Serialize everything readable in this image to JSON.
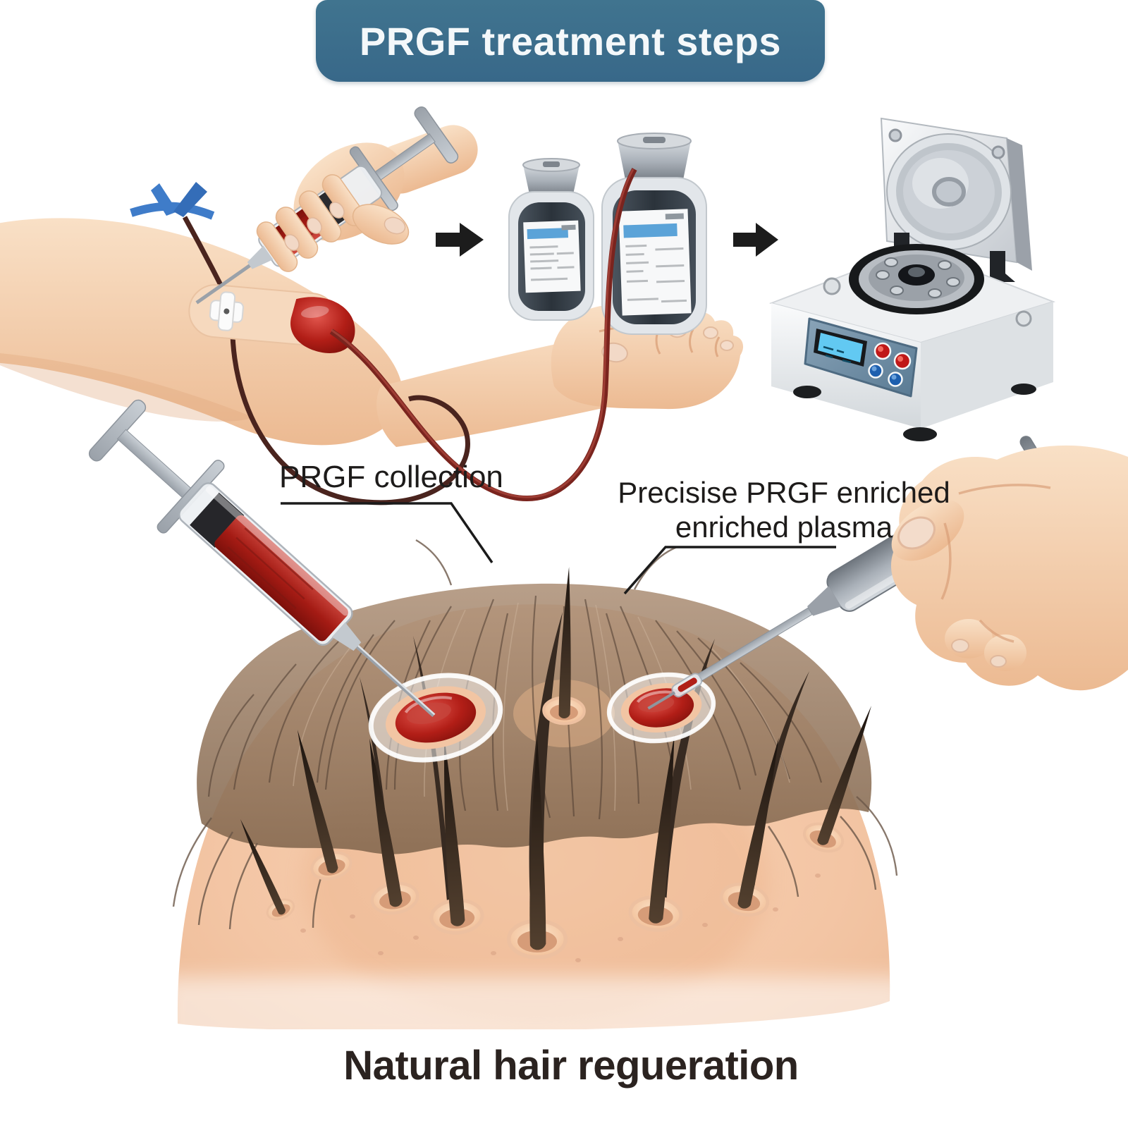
{
  "title": {
    "text": "PRGF treatment steps"
  },
  "callouts": {
    "collection": {
      "text": "PRGF collection"
    },
    "plasma": {
      "line1": "Precisise PRGF enriched",
      "line2": "enriched plasma"
    }
  },
  "caption": {
    "text": "Natural hair regueration"
  },
  "colors": {
    "banner_bg": "#3b6d8c",
    "banner_text": "#f4f8fa",
    "label_text": "#1d1b1a",
    "caption_text": "#2b2320",
    "arrow": "#1c1c1c",
    "blood_red": "#a8201a",
    "tube": "#50231d",
    "skin": "#f3c9a8",
    "hair": "#8a7161",
    "follicle_hair": "#34281f",
    "bottle_body": "#39424c",
    "bottle_label_bar": "#5ba3d8",
    "centrifuge_body": "#eef0f2",
    "centrifuge_panel": "#6f8ba2",
    "screen_cyan": "#62c9f2",
    "button_red": "#d42b24",
    "button_blue": "#3f7fd0",
    "tourniquet_blue": "#3f7cc9",
    "injection_site_red": "#a31510"
  }
}
